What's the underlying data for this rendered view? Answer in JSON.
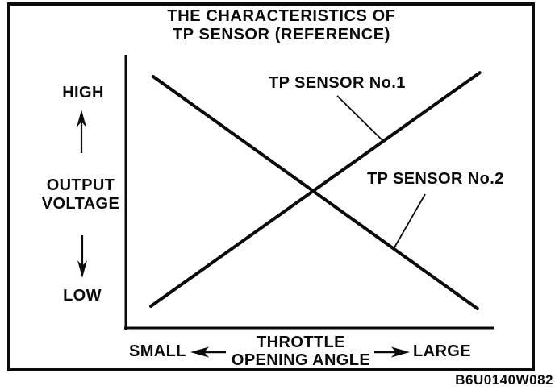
{
  "figure": {
    "title_line1": "THE CHARACTERISTICS OF",
    "title_line2": "TP SENSOR (REFERENCE)",
    "y_axis": {
      "high_label": "HIGH",
      "axis_label_line1": "OUTPUT",
      "axis_label_line2": "VOLTAGE",
      "low_label": "LOW"
    },
    "x_axis": {
      "small_label": "SMALL",
      "axis_label_line1": "THROTTLE",
      "axis_label_line2": "OPENING ANGLE",
      "large_label": "LARGE"
    },
    "footer_code": "B6U0140W082",
    "icons": {
      "up_arrow": "↑",
      "down_arrow": "↓",
      "left_arrow": "←",
      "right_arrow": "→"
    },
    "colors": {
      "ink": "#0a0a0a",
      "paper": "#ffffff"
    }
  },
  "chart_data": {
    "type": "line",
    "title": "THE CHARACTERISTICS OF TP SENSOR (REFERENCE)",
    "xlabel": "THROTTLE OPENING ANGLE",
    "ylabel": "OUTPUT VOLTAGE",
    "x_range_qualitative": [
      "SMALL",
      "LARGE"
    ],
    "y_range_qualitative": [
      "LOW",
      "HIGH"
    ],
    "grid": false,
    "legend_position": "inline-annotations",
    "series": [
      {
        "name": "TP SENSOR No.1",
        "trend": "rising",
        "x": [
          0.07,
          0.96
        ],
        "y": [
          0.08,
          0.94
        ]
      },
      {
        "name": "TP SENSOR No.2",
        "trend": "falling",
        "x": [
          0.076,
          0.954
        ],
        "y": [
          0.926,
          0.071
        ]
      }
    ]
  }
}
